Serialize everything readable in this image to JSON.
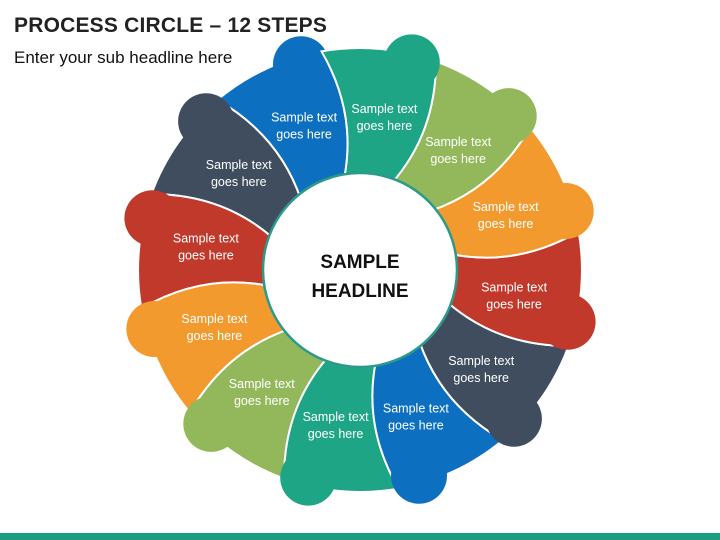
{
  "slide": {
    "title": "PROCESS CIRCLE – 12 STEPS",
    "subtitle": "Enter your sub headline here"
  },
  "center": {
    "line1": "SAMPLE",
    "line2": "HEADLINE"
  },
  "steps": [
    {
      "line1": "Sample text",
      "line2": "goes here",
      "color": "#1ea585"
    },
    {
      "line1": "Sample text",
      "line2": "goes here",
      "color": "#93b85c"
    },
    {
      "line1": "Sample text",
      "line2": "goes here",
      "color": "#f29a2e"
    },
    {
      "line1": "Sample text",
      "line2": "goes here",
      "color": "#c1392b"
    },
    {
      "line1": "Sample text",
      "line2": "goes here",
      "color": "#3f4d5e"
    },
    {
      "line1": "Sample text",
      "line2": "goes here",
      "color": "#0c6fc0"
    },
    {
      "line1": "Sample text",
      "line2": "goes here",
      "color": "#1ea585"
    },
    {
      "line1": "Sample text",
      "line2": "goes here",
      "color": "#93b85c"
    },
    {
      "line1": "Sample text",
      "line2": "goes here",
      "color": "#f29a2e"
    },
    {
      "line1": "Sample text",
      "line2": "goes here",
      "color": "#c1392b"
    },
    {
      "line1": "Sample text",
      "line2": "goes here",
      "color": "#3f4d5e"
    },
    {
      "line1": "Sample text",
      "line2": "goes here",
      "color": "#0c6fc0"
    }
  ]
}
